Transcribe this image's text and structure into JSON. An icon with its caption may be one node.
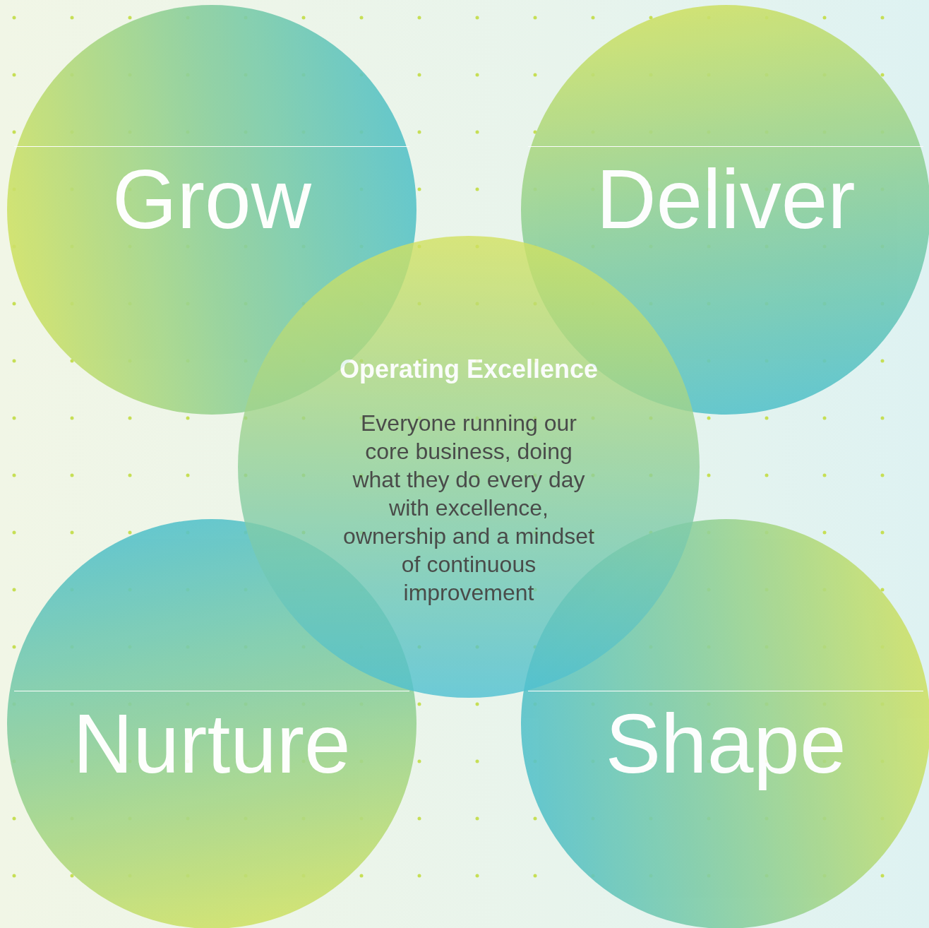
{
  "diagram": {
    "nodes": [
      {
        "text": [
          "Grow"
        ]
      },
      {
        "text": [
          "Deliver"
        ]
      },
      {
        "text": [
          "Operating Excellence",
          "Everyone running our core business, doing what they do every day with excellence, ownership and a mindset of continuous improvement"
        ]
      },
      {
        "text": [
          "Nurture"
        ]
      },
      {
        "text": [
          "Shape"
        ]
      }
    ]
  }
}
